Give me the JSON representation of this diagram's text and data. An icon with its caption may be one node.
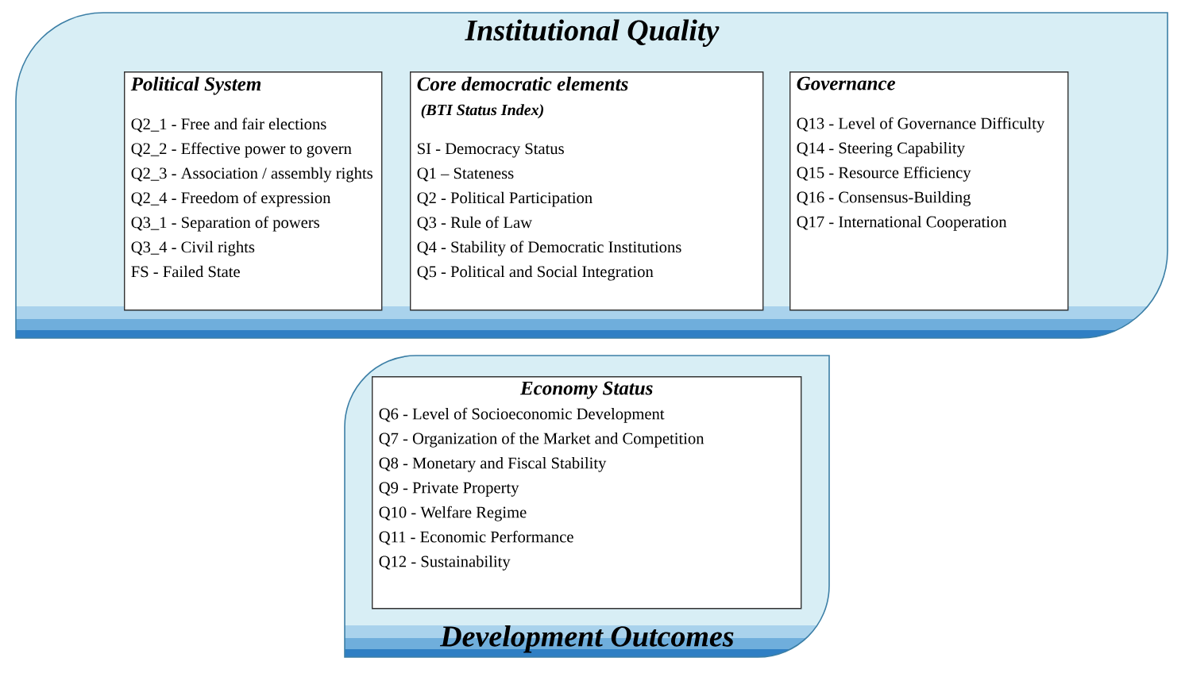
{
  "diagram": {
    "nodes": [
      {
        "text": [
          "Institutional Quality"
        ]
      },
      {
        "text": [
          "Political System",
          "Q2_1 - Free and fair elections",
          "Q2_2 - Effective power to govern",
          "Q2_3 - Association / assembly rights",
          "Q2_4 - Freedom of expression",
          "Q3_1 - Separation of powers",
          "Q3_4 - Civil rights",
          "FS - Failed State"
        ],
        "in": 0
      },
      {
        "text": [
          "Core  democratic elements",
          "(BTI Status Index)",
          "SI -  Democracy Status",
          "Q1 – Stateness",
          "Q2 -  Political Participation",
          "Q3 - Rule of Law",
          "Q4 - Stability of Democratic Institutions",
          "Q5 - Political and Social Integration"
        ],
        "in": 0
      },
      {
        "text": [
          "Governance",
          "Q13 -  Level of Governance Difficulty",
          "Q14  - Steering Capability",
          "Q15  - Resource Efficiency",
          "Q16 - Consensus-Building",
          "Q17 - International Cooperation"
        ],
        "in": 0
      },
      {
        "text": [
          "Development Outcomes"
        ]
      },
      {
        "text": [
          "Economy Status",
          "Q6 - Level of Socioeconomic Development",
          "Q7 - Organization of the Market and Competition",
          "Q8  - Monetary and Fiscal Stability",
          "Q9 - Private Property",
          "Q10 - Welfare Regime",
          "Q11 - Economic Performance",
          "Q12  - Sustainability"
        ],
        "in": 4
      }
    ],
    "edges": []
  }
}
